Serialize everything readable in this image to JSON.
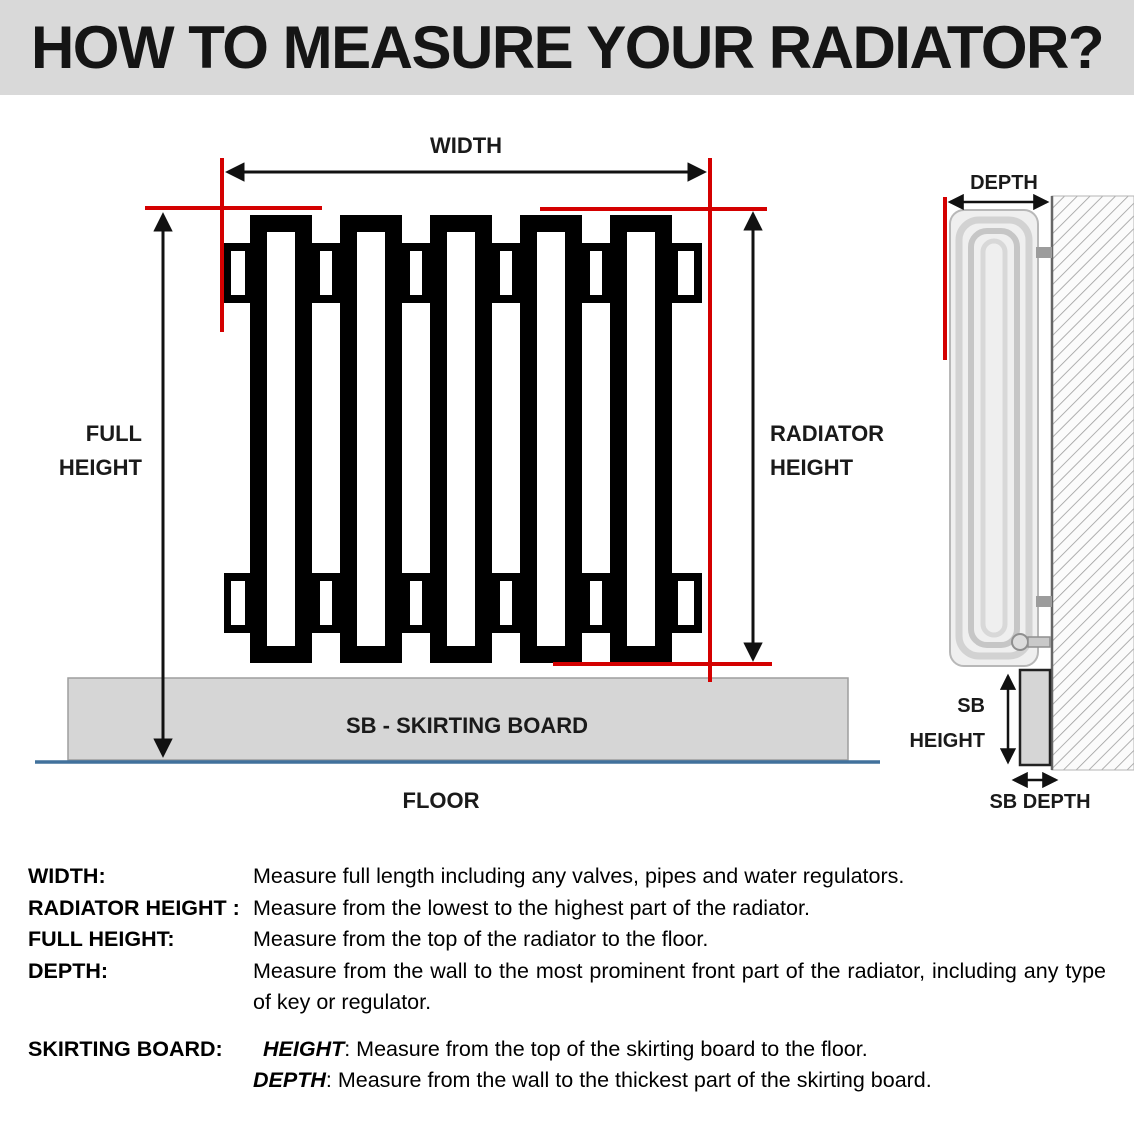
{
  "title": "HOW TO MEASURE YOUR RADIATOR?",
  "diagram": {
    "width_label": "WIDTH",
    "full_height_label_1": "FULL",
    "full_height_label_2": "HEIGHT",
    "radiator_height_label_1": "RADIATOR",
    "radiator_height_label_2": "HEIGHT",
    "skirting_board_label": "SB - SKIRTING BOARD",
    "floor_label": "FLOOR",
    "depth_label": "DEPTH",
    "sb_height_label_1": "SB",
    "sb_height_label_2": "HEIGHT",
    "sb_depth_label": "SB DEPTH",
    "colors": {
      "marker_red": "#d40000",
      "floor_blue": "#41719c",
      "skirting_gray": "#d6d6d6",
      "banner_gray": "#d9d9d9",
      "radiator_black": "#000000"
    }
  },
  "definitions": [
    {
      "term": "WIDTH:",
      "text": "Measure full length including any valves, pipes and water regulators."
    },
    {
      "term": "RADIATOR HEIGHT :",
      "text": "Measure from the lowest to the highest part of the radiator."
    },
    {
      "term": "FULL HEIGHT:",
      "text": "Measure from the top of the radiator to the floor."
    },
    {
      "term": "DEPTH:",
      "text": "Measure from the wall to the most prominent front part of the radiator, including any type of key or regulator."
    }
  ],
  "skirting": {
    "term": "SKIRTING BOARD:",
    "height_word": "HEIGHT",
    "height_text": ": Measure from the top of the skirting board to the floor.",
    "depth_word": "DEPTH",
    "depth_text": ": Measure from the wall to the thickest part of the skirting board."
  }
}
